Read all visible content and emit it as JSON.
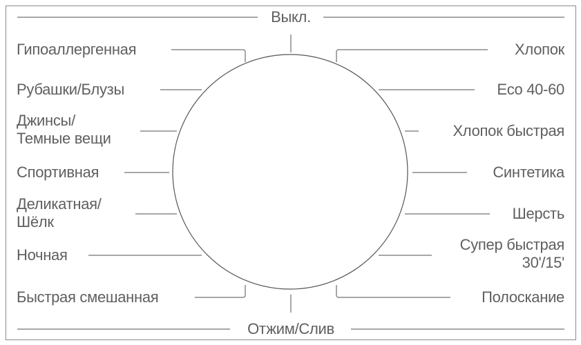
{
  "diagram": {
    "title_top": "Выкл.",
    "title_bottom": "Отжим/Слив",
    "left_programs": [
      {
        "label": "Гипоаллергенная"
      },
      {
        "label": "Рубашки/Блузы"
      },
      {
        "line1": "Джинсы/",
        "line2": "Темные вещи"
      },
      {
        "label": "Спортивная"
      },
      {
        "line1": "Деликатная/",
        "line2": "Шёлк"
      },
      {
        "label": "Ночная"
      },
      {
        "label": "Быстрая смешанная"
      }
    ],
    "right_programs": [
      {
        "label": "Хлопок"
      },
      {
        "label": "Eco 40-60"
      },
      {
        "label": "Хлопок быстрая"
      },
      {
        "label": "Синтетика"
      },
      {
        "label": "Шерсть"
      },
      {
        "line1": "Супер быстрая",
        "line2": "30'/15'"
      },
      {
        "label": "Полоскание"
      }
    ],
    "colors": {
      "line": "#8a8a8a",
      "text": "#5f5f5f",
      "circle": "#555555"
    }
  }
}
